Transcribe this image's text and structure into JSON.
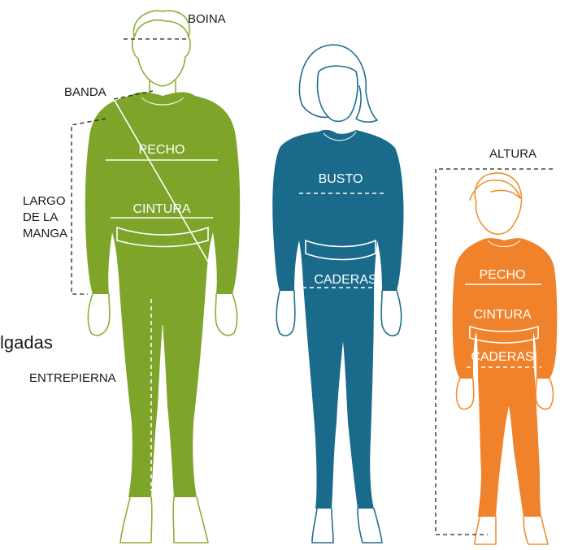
{
  "labels": {
    "boina": "BOINA",
    "banda": "BANDA",
    "largo_line1": "LARGO",
    "largo_line2": "DE LA",
    "largo_line3": "MANGA",
    "pulgadas": "lgadas",
    "entrepierna": "ENTREPIERNA",
    "man_pecho": "PECHO",
    "man_cintura": "CINTURA",
    "woman_busto": "BUSTO",
    "woman_caderas": "CADERAS",
    "altura": "ALTURA",
    "child_pecho": "PECHO",
    "child_cintura": "CINTURA",
    "child_caderas": "CADERAS"
  },
  "colors": {
    "man": "#7ea42a",
    "woman": "#1a6a8c",
    "child": "#f0822c",
    "outline_man": "#8cae3a",
    "outline_woman": "#1f6f8f",
    "outline_child": "#f0902e"
  }
}
